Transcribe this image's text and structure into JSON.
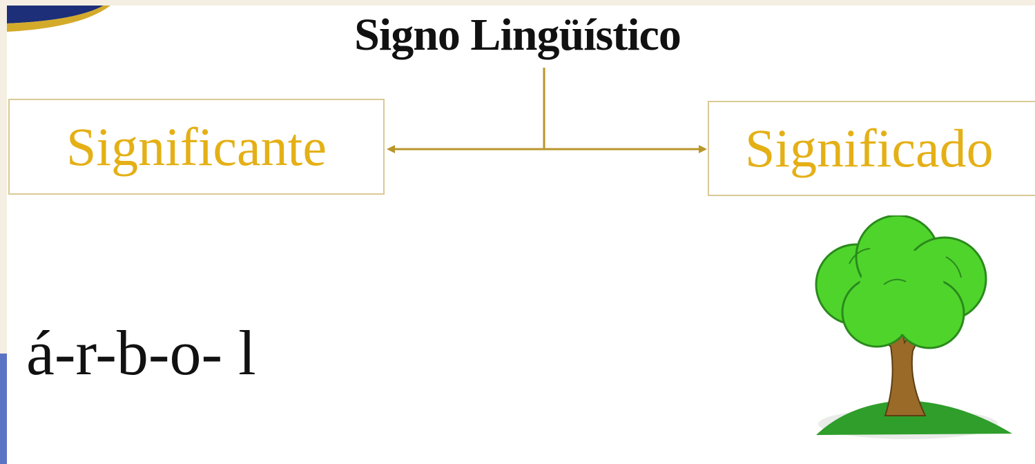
{
  "diagram": {
    "title": "Signo Lingüístico",
    "left_node": {
      "label": "Significante"
    },
    "right_node": {
      "label": "Significado"
    },
    "example_word": "á-r-b-o- l",
    "example_image": "tree-illustration"
  },
  "colors": {
    "accent_gold": "#e4b016",
    "line_gold": "#b8962a",
    "box_border": "#d9c994",
    "tree_green": "#4fd42c",
    "trunk_brown": "#9a6a28",
    "grass_green": "#2f9e2b",
    "side_bar_blue": "#5a74c4"
  }
}
